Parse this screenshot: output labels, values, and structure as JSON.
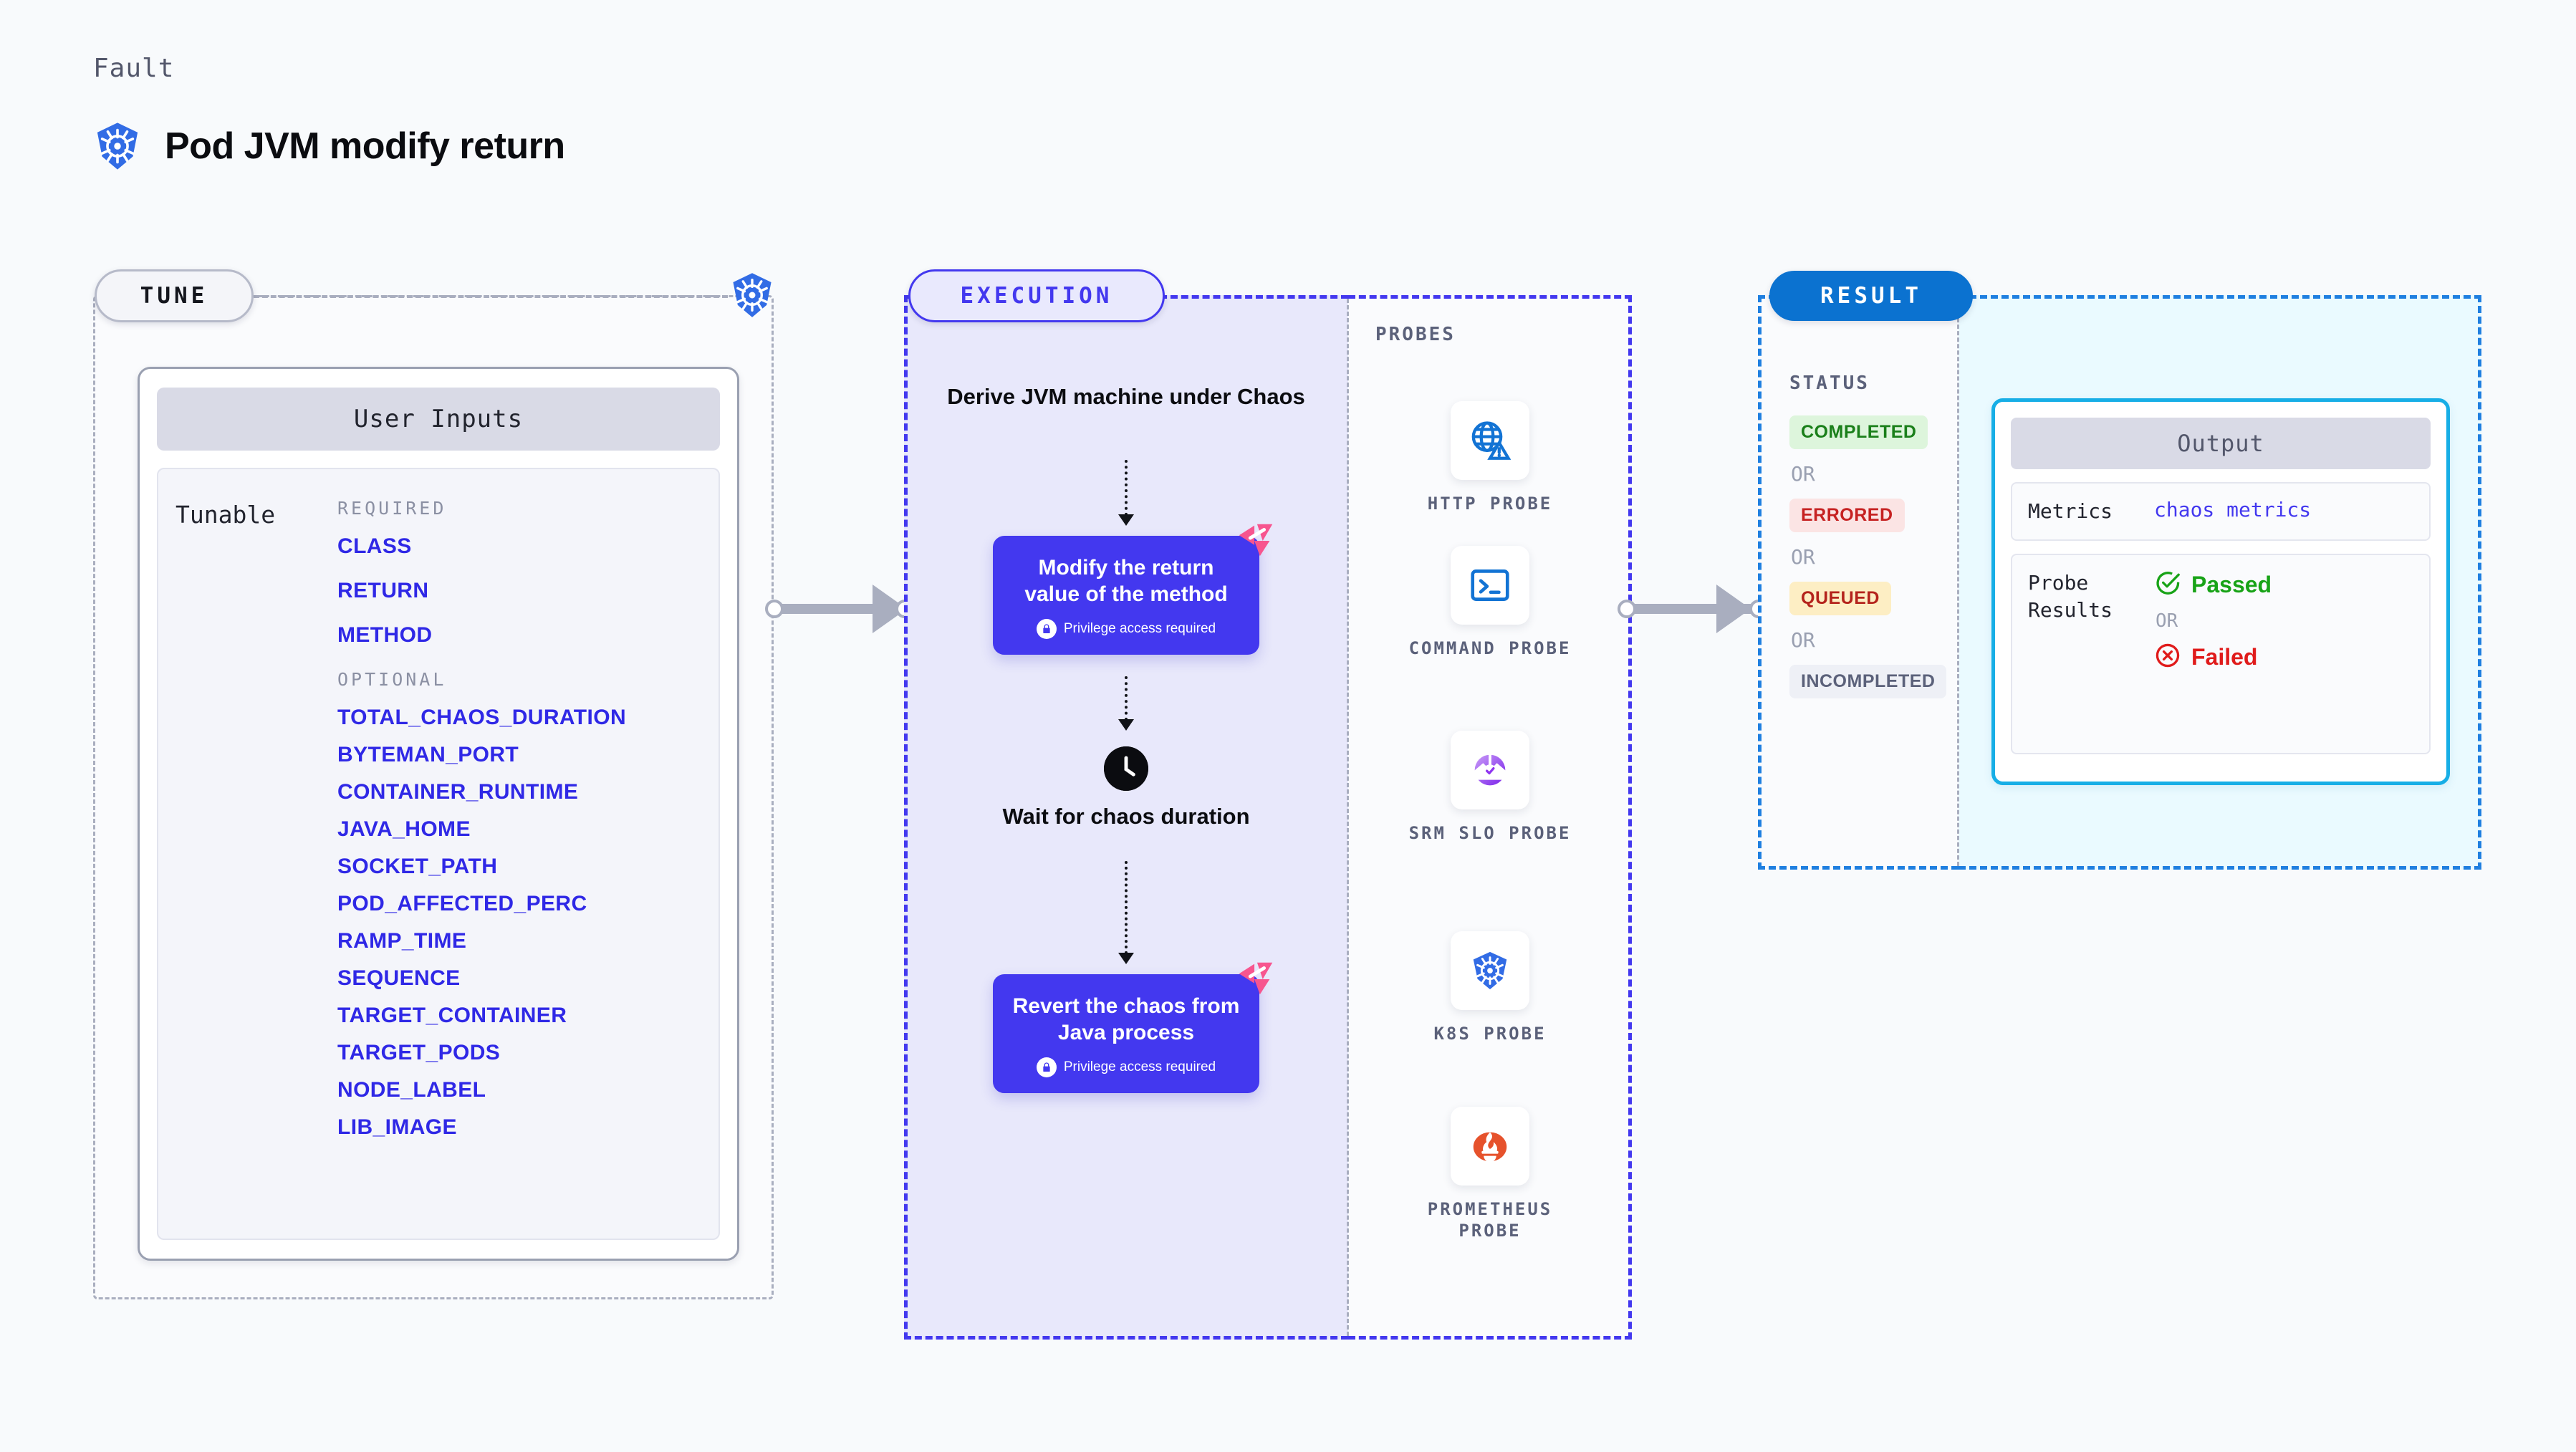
{
  "header": {
    "kicker": "Fault",
    "title": "Pod JVM modify return",
    "icon": "kubernetes-icon"
  },
  "tune": {
    "badge": "TUNE",
    "card_title": "User Inputs",
    "tunable_label": "Tunable",
    "required_header": "REQUIRED",
    "required": [
      "CLASS",
      "RETURN",
      "METHOD"
    ],
    "optional_header": "OPTIONAL",
    "optional": [
      "TOTAL_CHAOS_DURATION",
      "BYTEMAN_PORT",
      "CONTAINER_RUNTIME",
      "JAVA_HOME",
      "SOCKET_PATH",
      "POD_AFFECTED_PERC",
      "RAMP_TIME",
      "SEQUENCE",
      "TARGET_CONTAINER",
      "TARGET_PODS",
      "NODE_LABEL",
      "LIB_IMAGE"
    ]
  },
  "execution": {
    "badge": "EXECUTION",
    "step_title": "Derive JVM machine under Chaos",
    "card1": {
      "text": "Modify the return value of the method",
      "note": "Privilege access required",
      "note_icon": "lock-icon",
      "corner_icon": "litmus-icon"
    },
    "wait": {
      "icon": "clock-icon",
      "text": "Wait for chaos duration"
    },
    "card2": {
      "text": "Revert the chaos from Java process",
      "note": "Privilege access required",
      "note_icon": "lock-icon",
      "corner_icon": "litmus-icon"
    }
  },
  "probes": {
    "title": "PROBES",
    "items": [
      {
        "label": "HTTP PROBE",
        "icon": "globe-warning-icon"
      },
      {
        "label": "COMMAND PROBE",
        "icon": "terminal-icon"
      },
      {
        "label": "SRM SLO PROBE",
        "icon": "srm-slo-icon"
      },
      {
        "label": "K8S PROBE",
        "icon": "kubernetes-icon"
      },
      {
        "label": "PROMETHEUS PROBE",
        "icon": "prometheus-icon"
      }
    ]
  },
  "result": {
    "badge": "RESULT",
    "status_title": "STATUS",
    "or_label": "OR",
    "statuses": [
      {
        "label": "COMPLETED",
        "bg": "#ddf5dc",
        "fg": "#1a7f1a"
      },
      {
        "label": "ERRORED",
        "bg": "#fbe4e4",
        "fg": "#c62222"
      },
      {
        "label": "QUEUED",
        "bg": "#fdeec4",
        "fg": "#b4231c"
      },
      {
        "label": "INCOMPLETED",
        "bg": "#eef0f6",
        "fg": "#5b617a"
      }
    ],
    "output": {
      "title": "Output",
      "metrics_key": "Metrics",
      "metrics_value": "chaos metrics",
      "probe_key": "Probe Results",
      "passed": "Passed",
      "passed_icon": "check-circle-icon",
      "or_label": "OR",
      "failed": "Failed",
      "failed_icon": "x-circle-icon"
    }
  },
  "colors": {
    "accent_purple": "#4338ef",
    "accent_blue": "#0b72d0",
    "accent_cyan": "#17aee6",
    "pink": "#f7558f",
    "param_blue": "#2f28e6"
  }
}
